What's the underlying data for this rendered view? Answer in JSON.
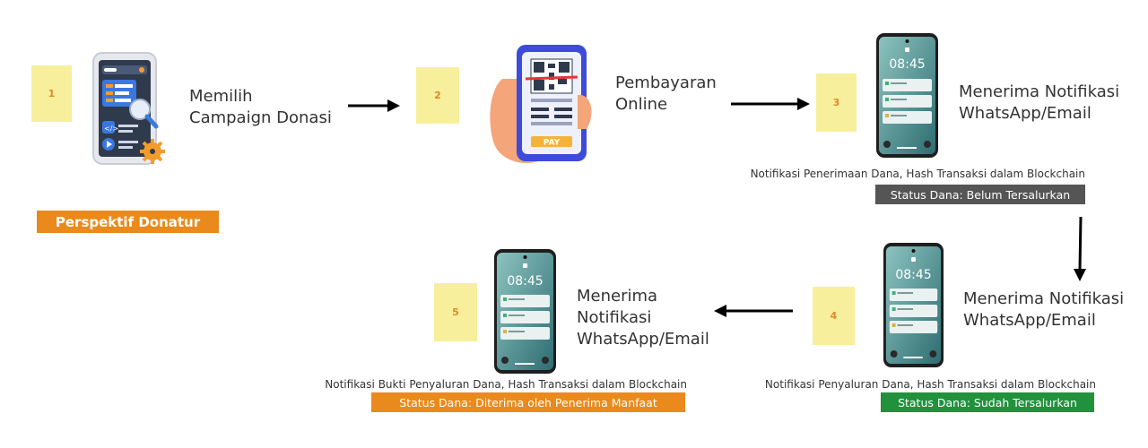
{
  "perspective_label": "Perspektif Donatur",
  "colors": {
    "badge_bg": "#f7ef9c",
    "badge_text": "#e0892a",
    "perspective_bg": "#ea8a1c",
    "status_pending": "#555555",
    "status_done": "#22913c",
    "status_received": "#ea8a1c",
    "arrow": "#000000"
  },
  "steps": [
    {
      "number": "1",
      "label_lines": [
        "Memilih",
        "Campaign Donasi"
      ],
      "icon": "mobile-app-settings-icon"
    },
    {
      "number": "2",
      "label_lines": [
        "Pembayaran",
        "Online"
      ],
      "icon": "qr-payment-phone-icon",
      "pay_text": "PAY"
    },
    {
      "number": "3",
      "label_lines": [
        "Menerima Notifikasi",
        "WhatsApp/Email"
      ],
      "icon": "phone-notification-icon",
      "clock": "08:45",
      "note": "Notifikasi Penerimaan Dana, Hash Transaksi dalam Blockchain",
      "status": "Status Dana: Belum Tersalurkan"
    },
    {
      "number": "4",
      "label_lines": [
        "Menerima Notifikasi",
        "WhatsApp/Email"
      ],
      "icon": "phone-notification-icon",
      "clock": "08:45",
      "note": "Notifikasi Penyaluran Dana, Hash Transaksi dalam Blockchain",
      "status": "Status Dana: Sudah Tersalurkan"
    },
    {
      "number": "5",
      "label_lines": [
        "Menerima",
        "Notifikasi",
        "WhatsApp/Email"
      ],
      "icon": "phone-notification-icon",
      "clock": "08:45",
      "note": "Notifikasi Bukti Penyaluran Dana, Hash Transaksi dalam Blockchain",
      "status": "Status Dana: Diterima oleh Penerima Manfaat"
    }
  ]
}
